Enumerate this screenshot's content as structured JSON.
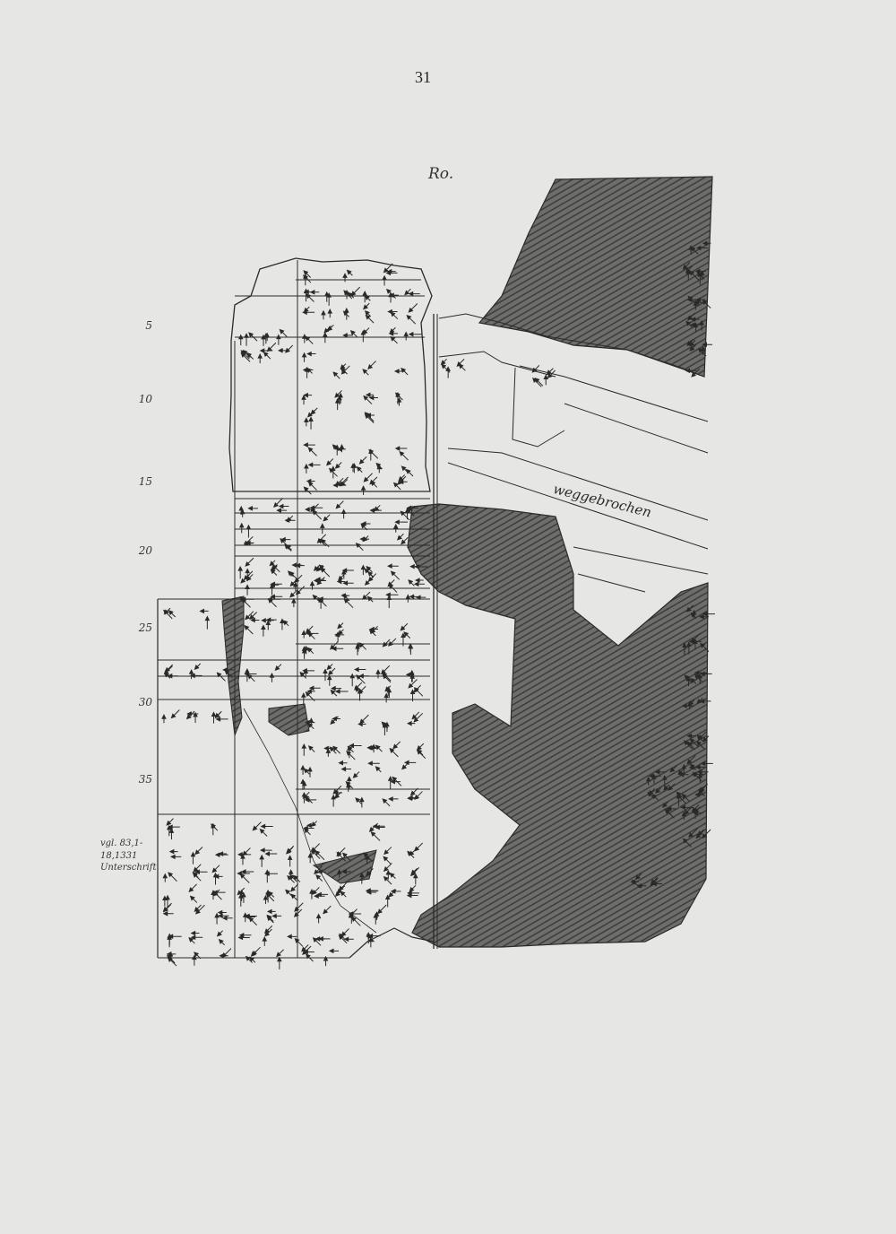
{
  "page": {
    "number": "31",
    "side_label": "Ro.",
    "broken_note": "weggebrochen",
    "reference_note": {
      "line1": "vgl. 83,1-18,1331",
      "line2": "Unterschrift."
    }
  },
  "line_numbers": [
    "5",
    "10",
    "15",
    "20",
    "25",
    "30",
    "35"
  ],
  "colors": {
    "paper": "#e6e6e4",
    "ink": "#2a2a2a",
    "hatch": "#4a4a4a"
  },
  "icons": [
    "cuneiform-sign-glyph",
    "hatched-break-area"
  ]
}
